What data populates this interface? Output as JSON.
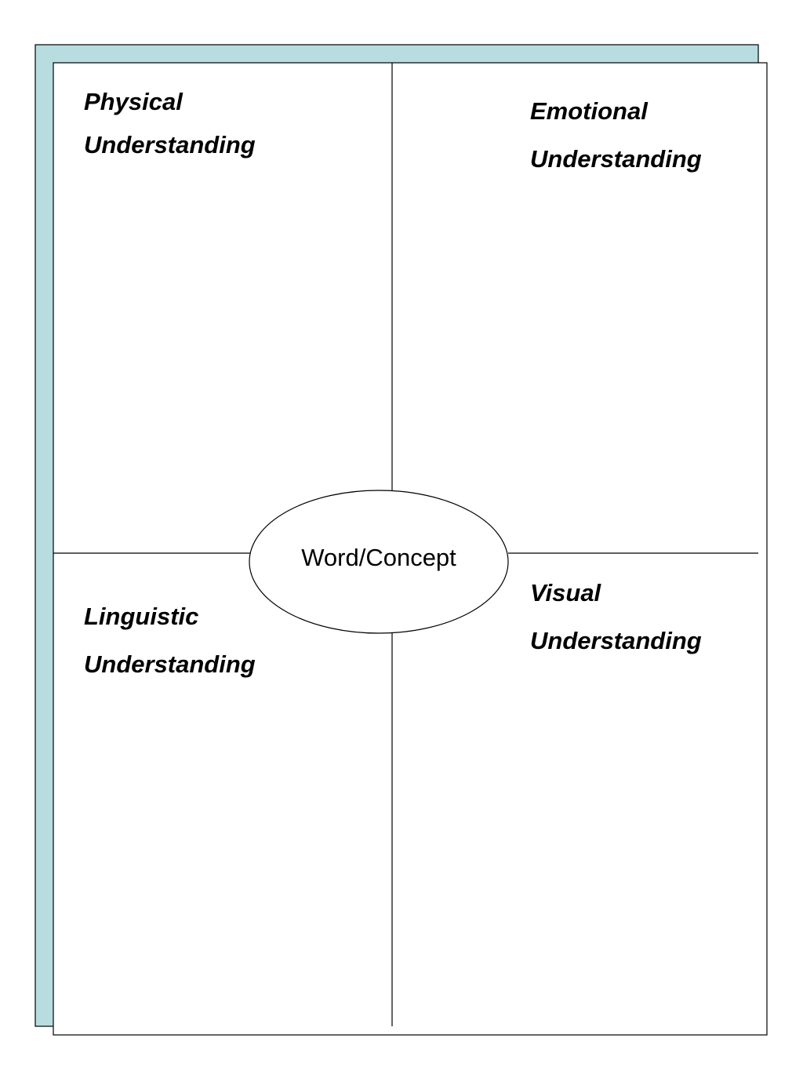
{
  "diagram": {
    "center": "Word/Concept",
    "quadrants": {
      "top_left": {
        "line1": "Physical",
        "line2": "Understanding"
      },
      "top_right": {
        "line1": "Emotional",
        "line2": "Understanding"
      },
      "bottom_left": {
        "line1": "Linguistic",
        "line2": "Understanding"
      },
      "bottom_right": {
        "line1": "Visual",
        "line2": "Understanding"
      }
    },
    "colors": {
      "back_card": "#b7dde0",
      "front_card": "#ffffff",
      "lines": "#000000"
    }
  }
}
